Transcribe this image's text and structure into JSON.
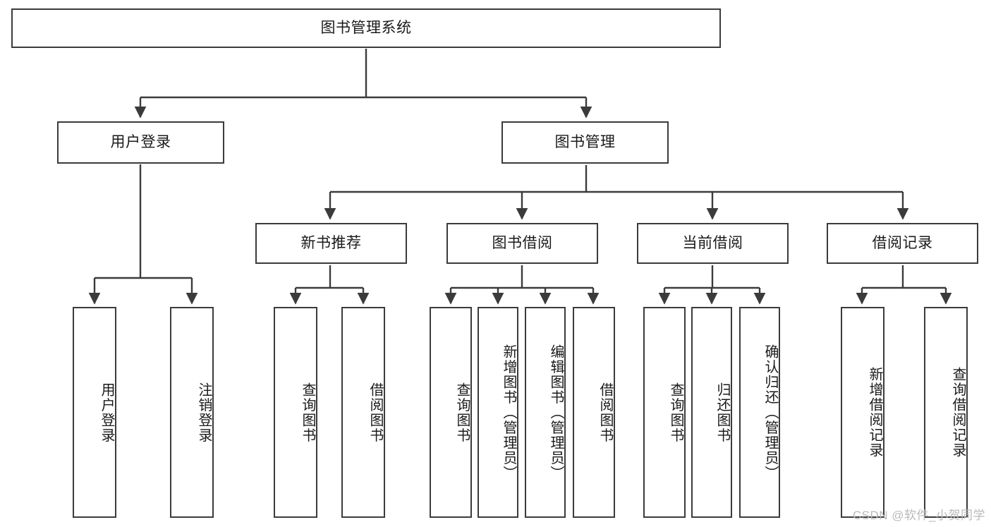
{
  "diagram": {
    "title": "图书管理系统",
    "root": {
      "label": "图书管理系统"
    },
    "level1": [
      {
        "label": "用户登录"
      },
      {
        "label": "图书管理"
      }
    ],
    "level2": [
      {
        "label": "新书推荐"
      },
      {
        "label": "图书借阅"
      },
      {
        "label": "当前借阅"
      },
      {
        "label": "借阅记录"
      }
    ],
    "leaves": {
      "user_login": [
        {
          "label": "用户登录"
        },
        {
          "label": "注销登录"
        }
      ],
      "new_book_recommend": [
        {
          "label": "查询图书"
        },
        {
          "label": "借阅图书"
        }
      ],
      "book_borrow": [
        {
          "label": "查询图书"
        },
        {
          "label": "新增图书（管理员）"
        },
        {
          "label": "编辑图书（管理员）"
        },
        {
          "label": "借阅图书"
        }
      ],
      "current_borrow": [
        {
          "label": "查询图书"
        },
        {
          "label": "归还图书"
        },
        {
          "label": "确认归还（管理员）"
        }
      ],
      "borrow_record": [
        {
          "label": "新增借阅记录"
        },
        {
          "label": "查询借阅记录"
        }
      ]
    },
    "watermark": "CSDN @软件_小贺同学",
    "colors": {
      "border": "#3b3b3b",
      "text": "#1a1a1a",
      "background": "#ffffff",
      "watermark": "#b9b9b9"
    }
  }
}
